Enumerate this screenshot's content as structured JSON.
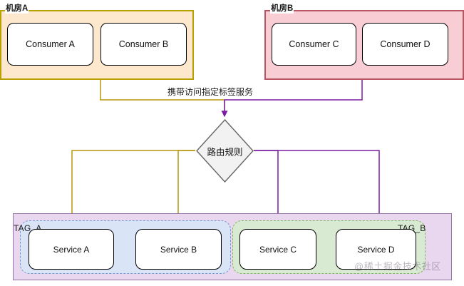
{
  "diagram": {
    "title": "",
    "colors": {
      "room_a_fill": "#fde8cd",
      "room_a_border": "#b8a000",
      "room_b_fill": "#f8cdd4",
      "room_b_border": "#b85563",
      "outer_group_fill": "#e9d6ef",
      "outer_group_border": "#9673a6",
      "tag_a_fill": "#dae4f7",
      "tag_a_border": "#7a95cf",
      "tag_b_fill": "#d9ead3",
      "tag_b_border": "#82b366",
      "edge_olive": "#b8960c",
      "edge_purple": "#7b1fa2",
      "node_border": "#000000",
      "node_fill": "#ffffff"
    },
    "rooms": [
      {
        "id": "room-a",
        "label": "机房A"
      },
      {
        "id": "room-b",
        "label": "机房B"
      }
    ],
    "consumers": [
      {
        "id": "consumer-a",
        "label": "Consumer A",
        "room": "room-a"
      },
      {
        "id": "consumer-b",
        "label": "Consumer B",
        "room": "room-a"
      },
      {
        "id": "consumer-c",
        "label": "Consumer C",
        "room": "room-b"
      },
      {
        "id": "consumer-d",
        "label": "Consumer D",
        "room": "room-b"
      }
    ],
    "edge_label": "携带访问指定标签服务",
    "router": {
      "id": "route-rule",
      "label": "路由规则",
      "shape": "diamond"
    },
    "tag_groups": [
      {
        "id": "tag-a",
        "label": "TAG_A"
      },
      {
        "id": "tag-b",
        "label": "TAG_B"
      }
    ],
    "services": [
      {
        "id": "service-a",
        "label": "Service A",
        "group": "tag-a"
      },
      {
        "id": "service-b",
        "label": "Service B",
        "group": "tag-a"
      },
      {
        "id": "service-c",
        "label": "Service C",
        "group": "tag-b"
      },
      {
        "id": "service-d",
        "label": "Service D",
        "group": "tag-b"
      }
    ],
    "watermark": "@稀土掘金技术社区"
  }
}
